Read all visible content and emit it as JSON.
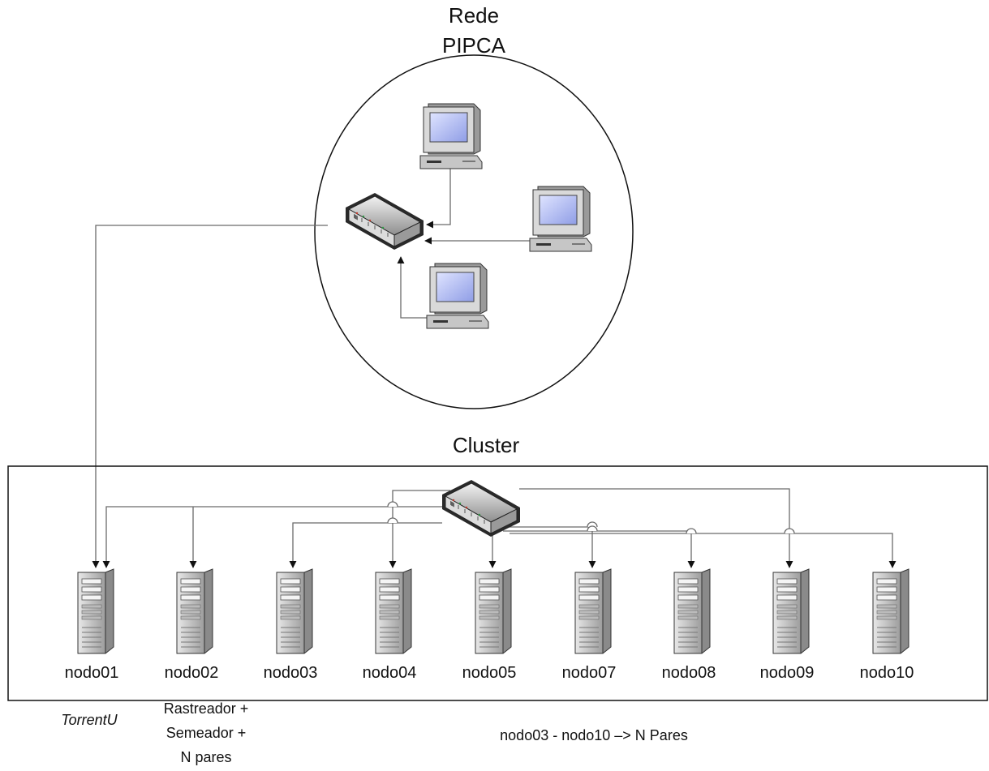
{
  "network": {
    "title_line1": "Rede",
    "title_line2": "PIPCA",
    "workstations": [
      {
        "name": "workstation-top"
      },
      {
        "name": "workstation-right"
      },
      {
        "name": "workstation-bottom"
      }
    ]
  },
  "cluster": {
    "title": "Cluster",
    "nodes": [
      {
        "label": "nodo01"
      },
      {
        "label": "nodo02"
      },
      {
        "label": "nodo03"
      },
      {
        "label": "nodo04"
      },
      {
        "label": "nodo05"
      },
      {
        "label": "nodo07"
      },
      {
        "label": "nodo08"
      },
      {
        "label": "nodo09"
      },
      {
        "label": "nodo10"
      }
    ]
  },
  "notes": {
    "nodo01": "TorrentU",
    "nodo02_line1": "Rastreador +",
    "nodo02_line2": "Semeador +",
    "nodo02_line3": "N pares",
    "others": "nodo03 - nodo10 –> N Pares"
  },
  "colors": {
    "line": "#6b6b6b",
    "screen": "#b9c3f2",
    "monitor_body": "#c8c8c8",
    "server_body": "#d0d0d0"
  },
  "icons": {
    "switch": "network-switch-icon",
    "workstation": "computer-icon",
    "server": "server-tower-icon"
  }
}
